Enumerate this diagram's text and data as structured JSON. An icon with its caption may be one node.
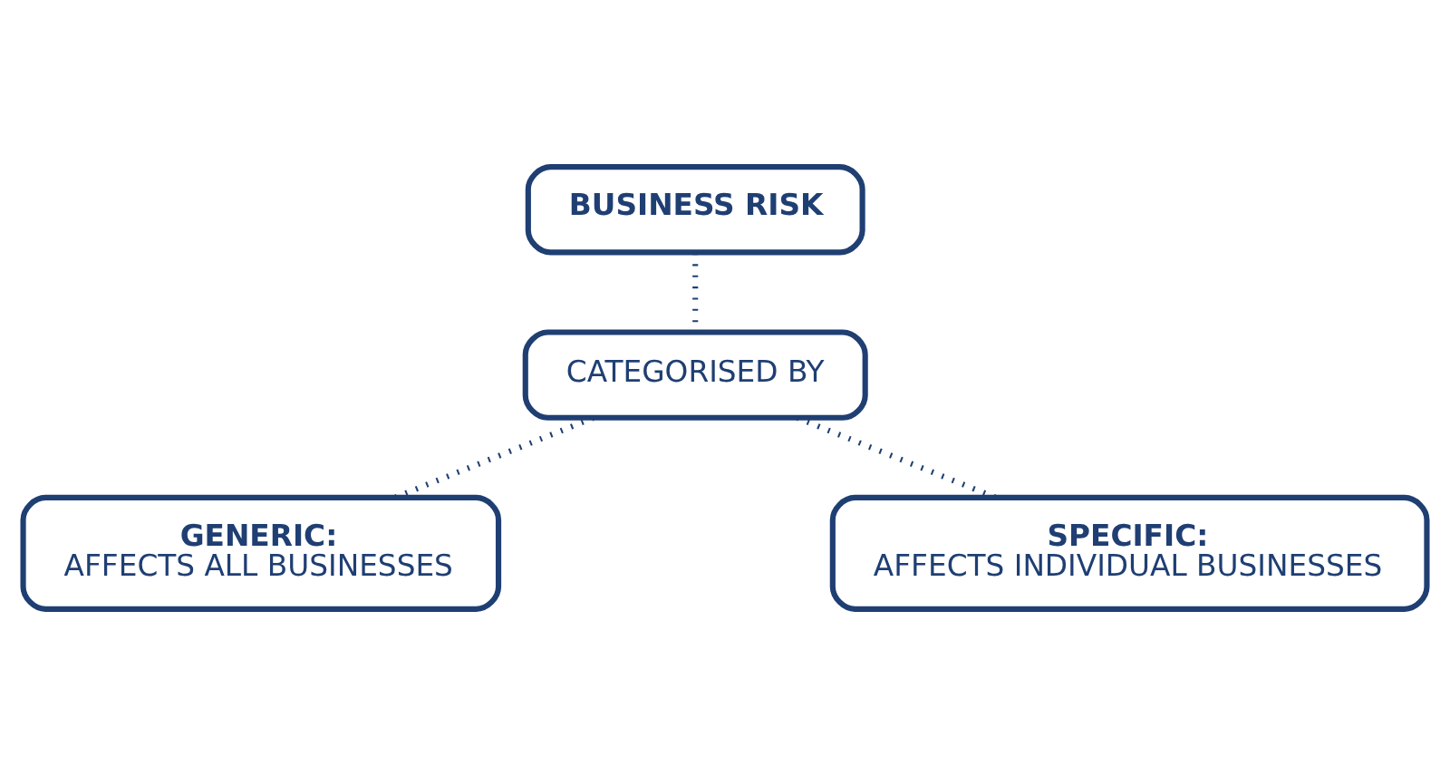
{
  "diagram": {
    "nodes": [
      {
        "text": [
          "BUSINESS RISK"
        ]
      },
      {
        "text": [
          "CATEGORISED BY"
        ]
      },
      {
        "text": [
          "GENERIC:",
          "AFFECTS ALL BUSINESSES"
        ]
      },
      {
        "text": [
          "SPECIFIC:",
          "AFFECTS INDIVIDUAL BUSINESSES"
        ]
      }
    ],
    "edges": [
      {
        "from": 0,
        "to": 1,
        "arrow": "none"
      },
      {
        "from": 1,
        "to": 2,
        "arrow": "none"
      },
      {
        "from": 1,
        "to": 3,
        "arrow": "none"
      }
    ]
  }
}
